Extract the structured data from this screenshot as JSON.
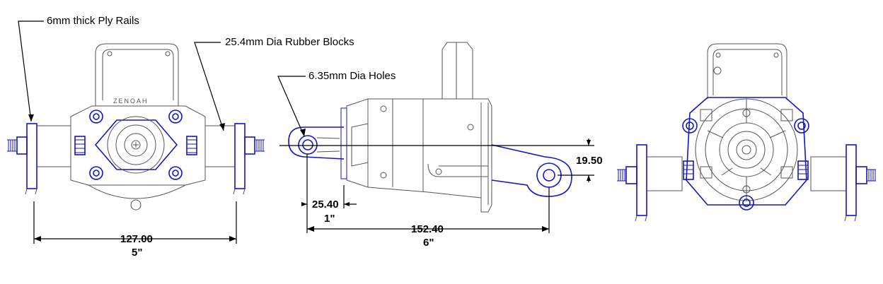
{
  "labels": {
    "rails": "6mm thick Ply Rails",
    "blocks": "25.4mm Dia Rubber Blocks",
    "holes": "6.35mm Dia Holes"
  },
  "dimensions": {
    "width_mm": "127.00",
    "width_in": "5\"",
    "hole_mm": "25.40",
    "hole_in": "1\"",
    "length_mm": "152.40",
    "length_in": "6\"",
    "offset_mm": "19.50"
  },
  "engraving": "ZENOAH",
  "colors": {
    "blue": "#1414c8",
    "black": "#000000",
    "grey": "#555555"
  }
}
